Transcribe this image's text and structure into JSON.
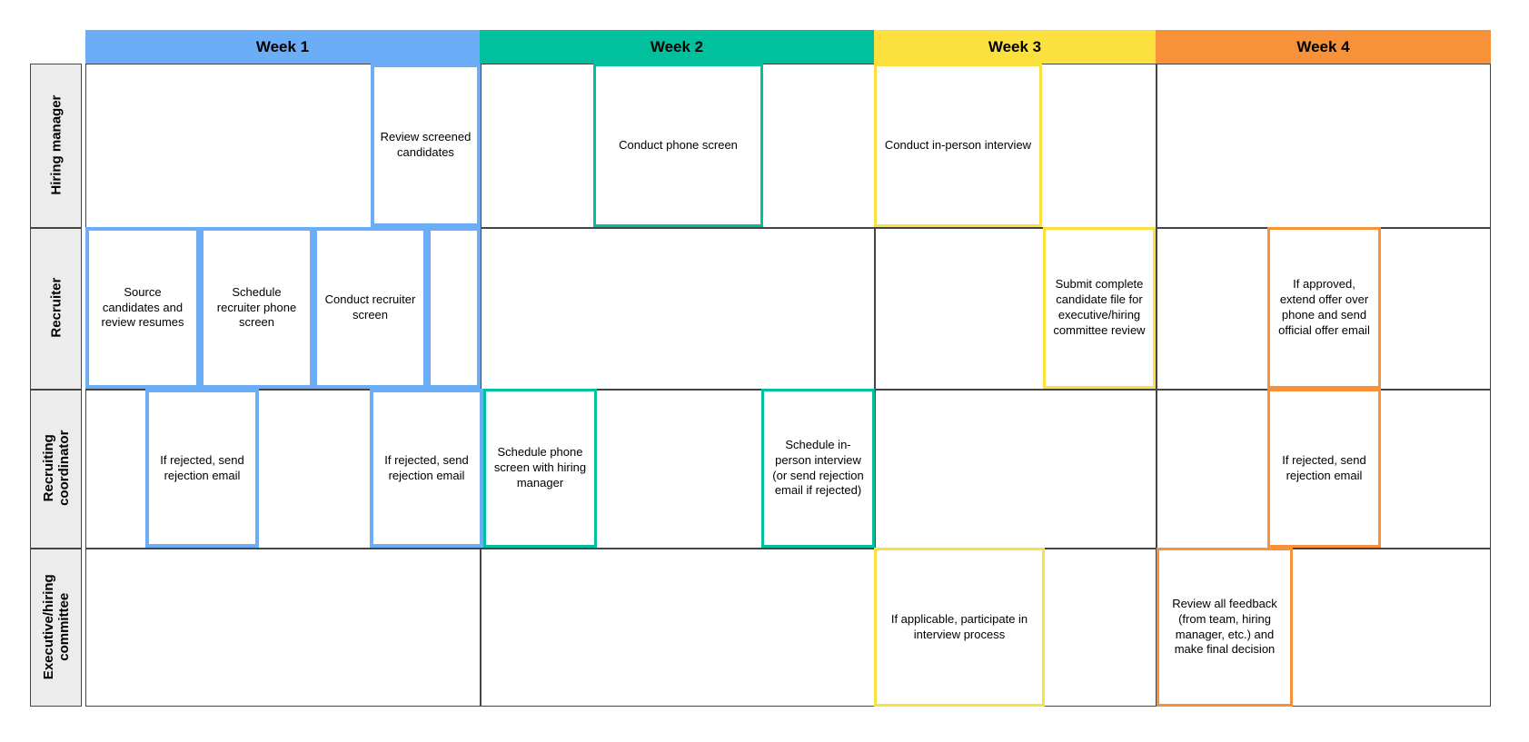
{
  "palette": {
    "week1_blue": "#6cadf7",
    "week2_teal": "#00c09e",
    "week3_yellow": "#fce03e",
    "week4_orange": "#f79238",
    "lane_label_bg": "#ececec",
    "grid_line": "#454545",
    "task_fill": "#ffffff",
    "text": "#000000"
  },
  "diagram_type": "hiring-process-swimlane",
  "weeks": [
    {
      "label": "Week 1",
      "color": "#6cadf7"
    },
    {
      "label": "Week 2",
      "color": "#00c09e"
    },
    {
      "label": "Week 3",
      "color": "#fce03e"
    },
    {
      "label": "Week 4",
      "color": "#f79238"
    }
  ],
  "lanes": [
    {
      "label": "Hiring manager"
    },
    {
      "label": "Recruiter"
    },
    {
      "label": "Recruiting coordinator"
    },
    {
      "label": "Executive/hiring committee"
    }
  ],
  "tasks": [
    {
      "lane": "Hiring manager",
      "week": "Week 1",
      "color": "#6cadf7",
      "label": "Review screened candidates"
    },
    {
      "lane": "Hiring manager",
      "week": "Week 2",
      "color": "#00c09e",
      "label": "Conduct phone screen"
    },
    {
      "lane": "Hiring manager",
      "week": "Week 3",
      "color": "#fce03e",
      "label": "Conduct in-person interview"
    },
    {
      "lane": "Recruiter",
      "week": "Week 1",
      "color": "#6cadf7",
      "label": "Source candidates and review resumes"
    },
    {
      "lane": "Recruiter",
      "week": "Week 1",
      "color": "#6cadf7",
      "label": "Schedule recruiter phone screen"
    },
    {
      "lane": "Recruiter",
      "week": "Week 1",
      "color": "#6cadf7",
      "label": "Conduct recruiter screen"
    },
    {
      "lane": "Recruiter",
      "week": "Week 1",
      "color": "#6cadf7",
      "label": ""
    },
    {
      "lane": "Recruiter",
      "week": "Week 3",
      "color": "#fce03e",
      "label": "Submit complete candidate file for executive/hiring committee review"
    },
    {
      "lane": "Recruiter",
      "week": "Week 4",
      "color": "#f79238",
      "label": "If approved, extend offer over phone and send official offer email"
    },
    {
      "lane": "Recruiting coordinator",
      "week": "Week 1",
      "color": "#6cadf7",
      "label": "If rejected, send rejection email"
    },
    {
      "lane": "Recruiting coordinator",
      "week": "Week 1",
      "color": "#6cadf7",
      "label": "If rejected, send rejection email"
    },
    {
      "lane": "Recruiting coordinator",
      "week": "Week 2",
      "color": "#00c09e",
      "label": "Schedule phone screen with hiring manager"
    },
    {
      "lane": "Recruiting coordinator",
      "week": "Week 2",
      "color": "#00c09e",
      "label": "Schedule in-person interview (or send rejection email if rejected)"
    },
    {
      "lane": "Recruiting coordinator",
      "week": "Week 4",
      "color": "#f79238",
      "label": "If rejected, send rejection email"
    },
    {
      "lane": "Executive/hiring committee",
      "week": "Week 3",
      "color": "#fce03e",
      "label": "If applicable, participate in interview process"
    },
    {
      "lane": "Executive/hiring committee",
      "week": "Week 4",
      "color": "#f79238",
      "label": "Review all feedback (from team, hiring manager, etc.) and make final decision"
    }
  ]
}
